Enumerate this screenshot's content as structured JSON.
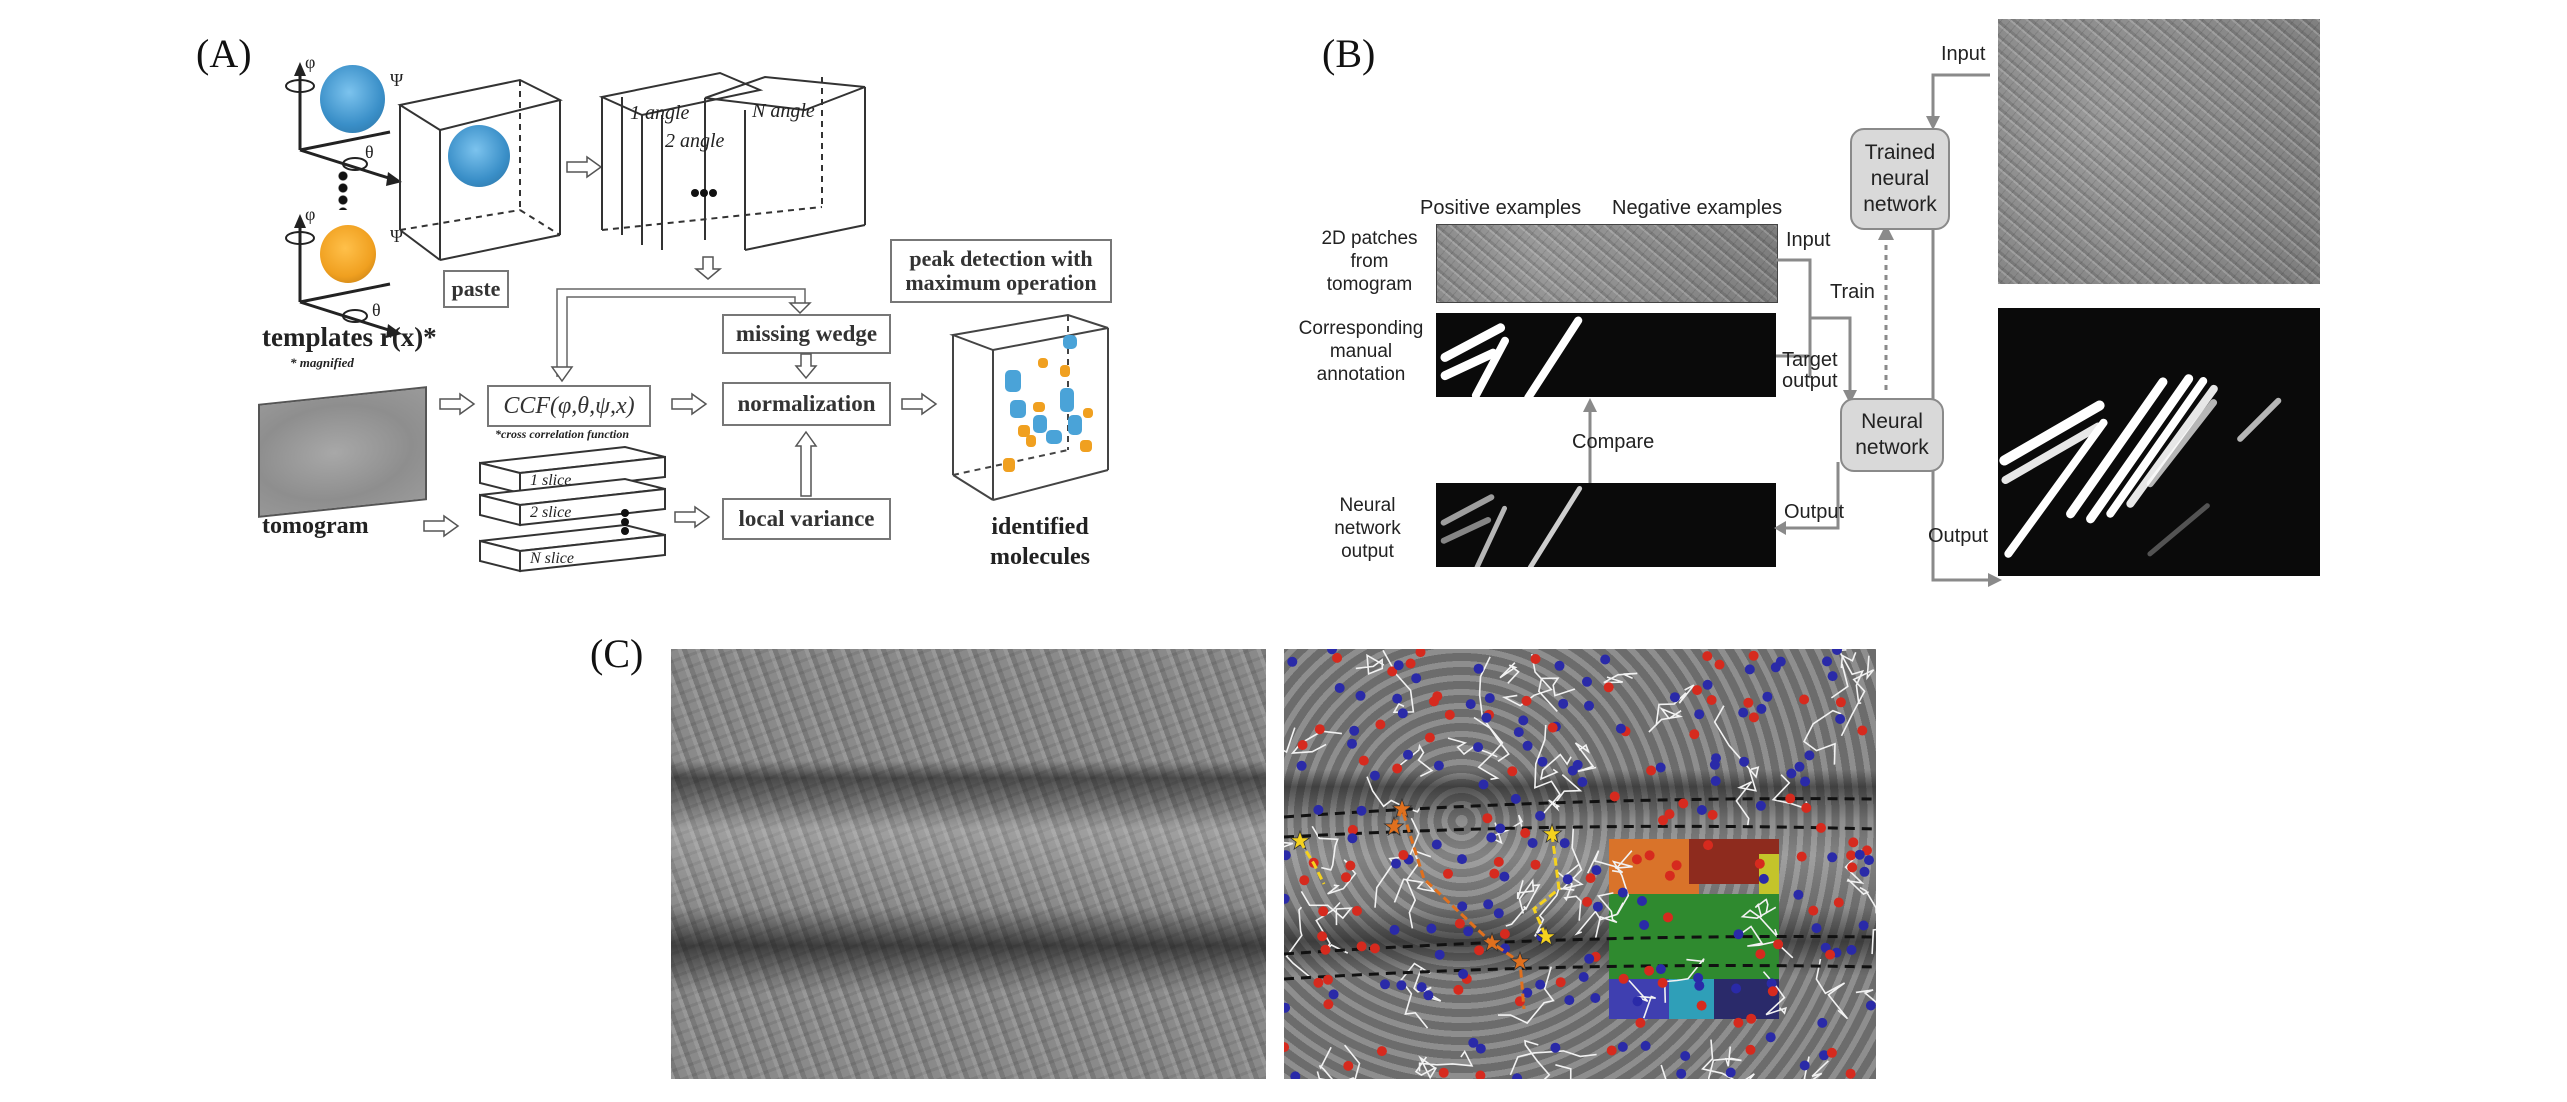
{
  "panels": {
    "a": {
      "label": "(A)",
      "templates_caption": "templates r(x)*",
      "templates_note": "* magnified",
      "axis_labels": {
        "phi": "φ",
        "psi": "Ψ",
        "theta": "θ"
      },
      "paste": "paste",
      "angles": [
        "1 angle",
        "2 angle",
        "N angle"
      ],
      "peak_detection": "peak detection with maximum operation",
      "missing_wedge": "missing wedge",
      "ccf": "CCF(φ,θ,ψ,x)",
      "ccf_note": "*cross correlation function",
      "normalization": "normalization",
      "tomogram": "tomogram",
      "slices": [
        "1 slice",
        "2 slice",
        "N slice"
      ],
      "local_variance": "local variance",
      "identified_molecules": "identified molecules",
      "colors": {
        "template_blue": "#4aa3d8",
        "template_orange": "#f0a020"
      }
    },
    "b": {
      "label": "(B)",
      "positive_examples": "Positive examples",
      "negative_examples": "Negative examples",
      "row_labels": [
        "2D patches from tomogram",
        "Corresponding manual annotation",
        "Neural network output"
      ],
      "input": "Input",
      "train": "Train",
      "target_output": "Target output",
      "compare": "Compare",
      "output": "Output",
      "neural_network": "Neural network",
      "trained_neural_network": "Trained neural network",
      "input_right": "Input",
      "output_right": "Output",
      "colors": {
        "box_fill": "#d9d9d9",
        "arrow": "#8a8a8a"
      }
    },
    "c": {
      "label": "(C)",
      "colors": {
        "red_node": "#d62a1e",
        "blue_node": "#2a2aa8",
        "star_orange": "#e0701e",
        "star_yellow": "#f5d21e"
      },
      "segmentation_colors": [
        "#d9732a",
        "#8e2b1e",
        "#c4c42a",
        "#2f8a2f",
        "#3f3fb0",
        "#2f9fb8",
        "#2a2a6a"
      ]
    }
  }
}
